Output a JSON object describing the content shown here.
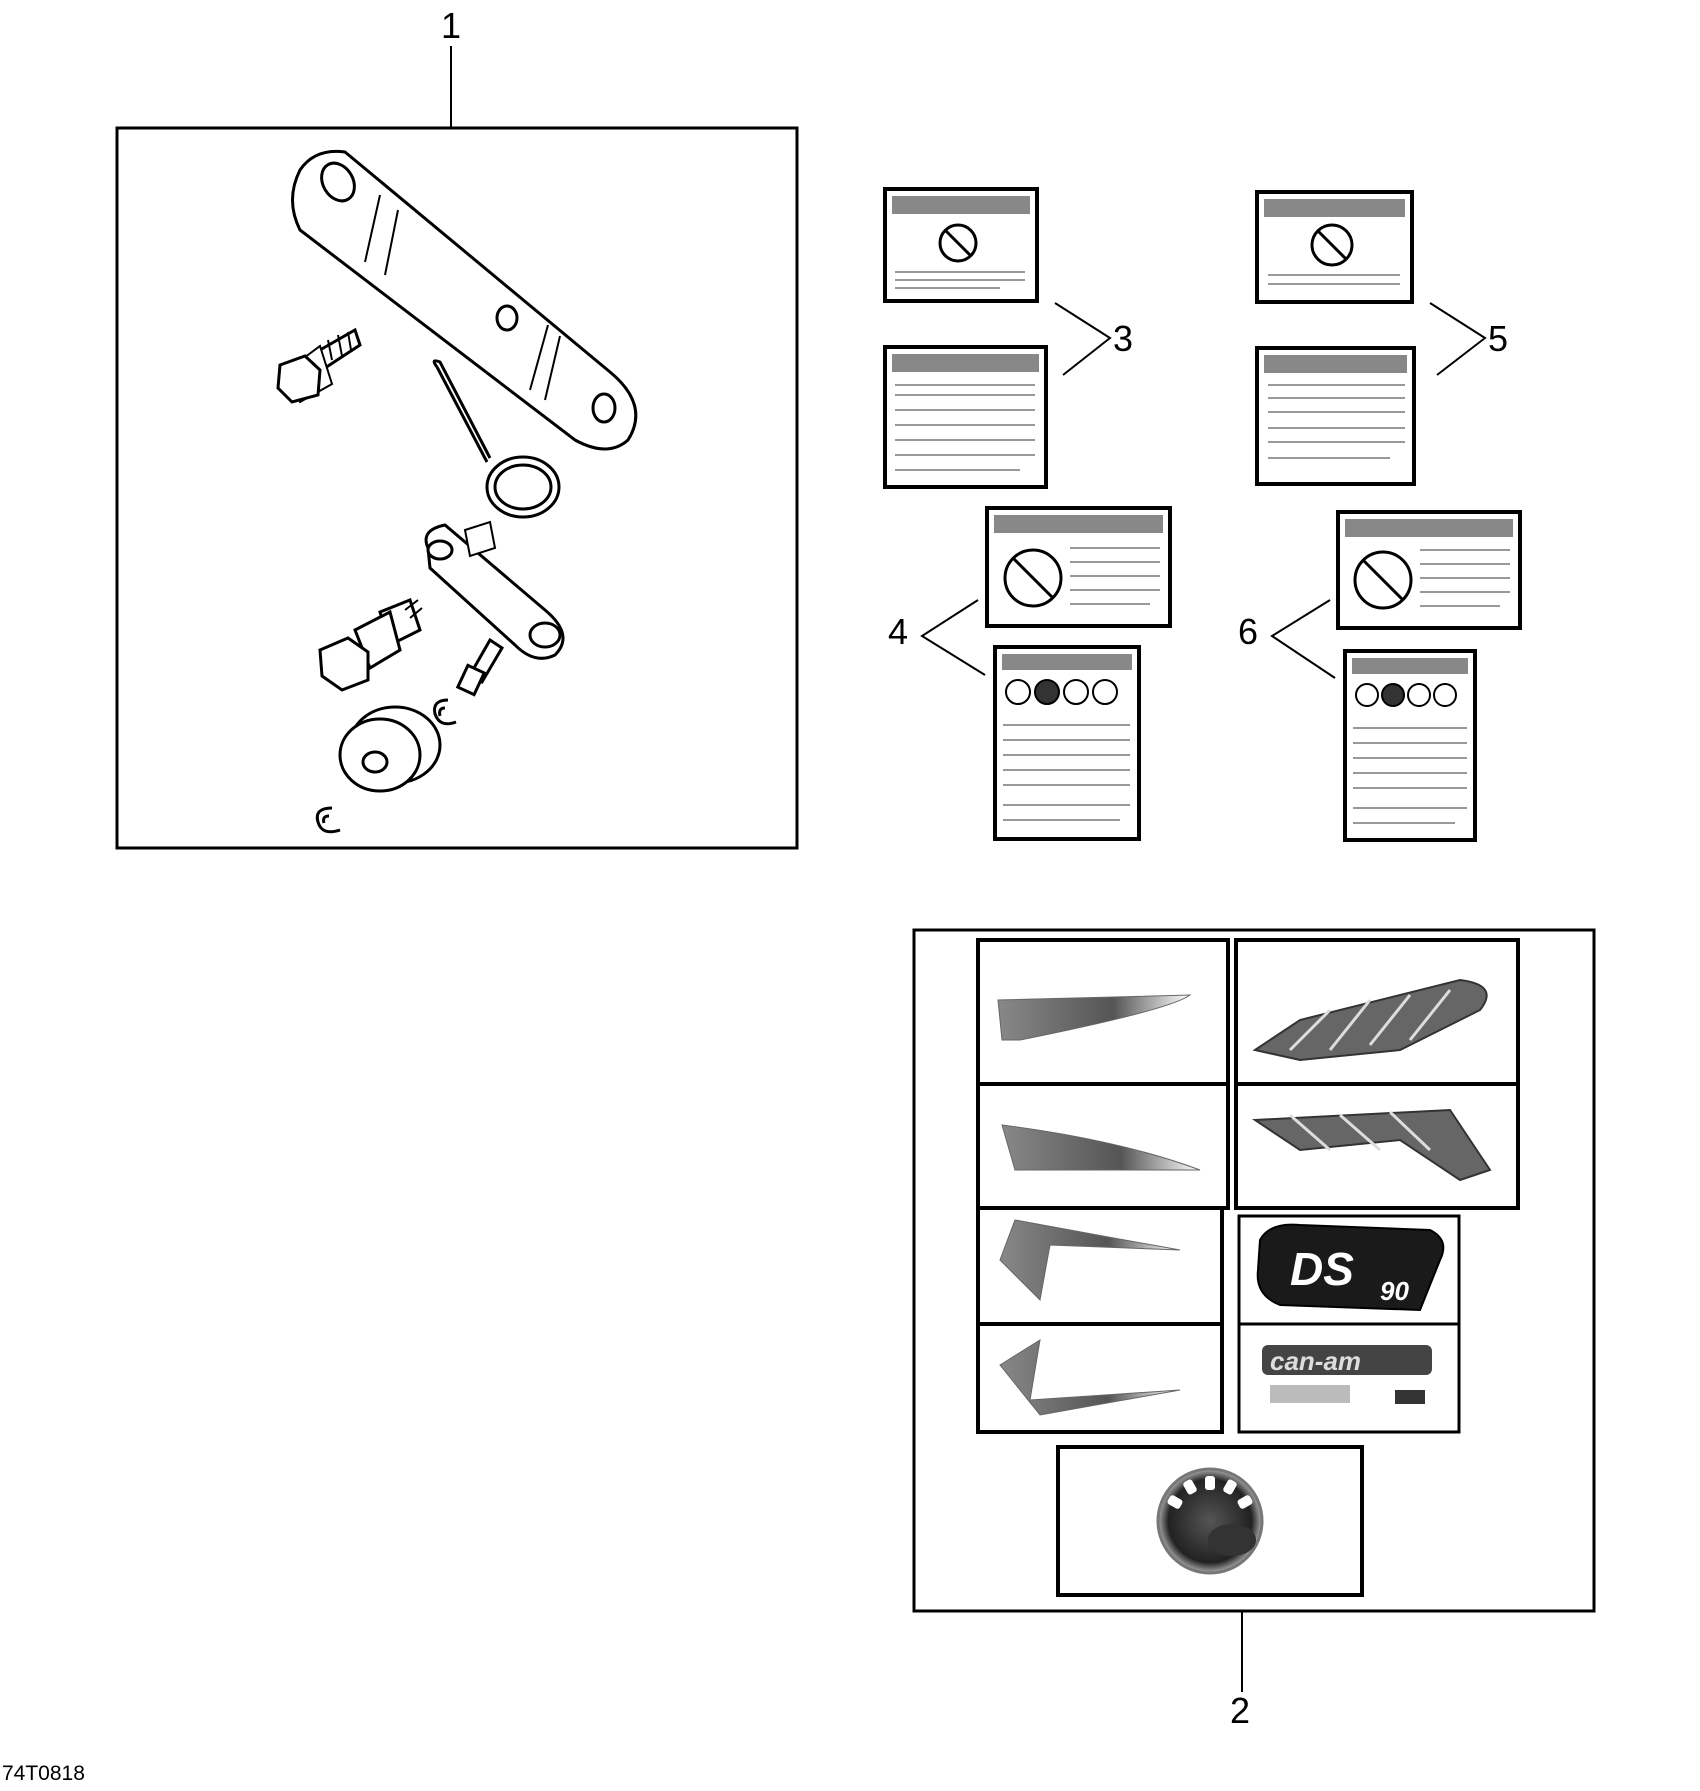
{
  "diagram": {
    "callouts": {
      "c1": "1",
      "c2": "2",
      "c3": "3",
      "c4": "4",
      "c5": "5",
      "c6": "6"
    },
    "figure_code": "74T0818"
  }
}
